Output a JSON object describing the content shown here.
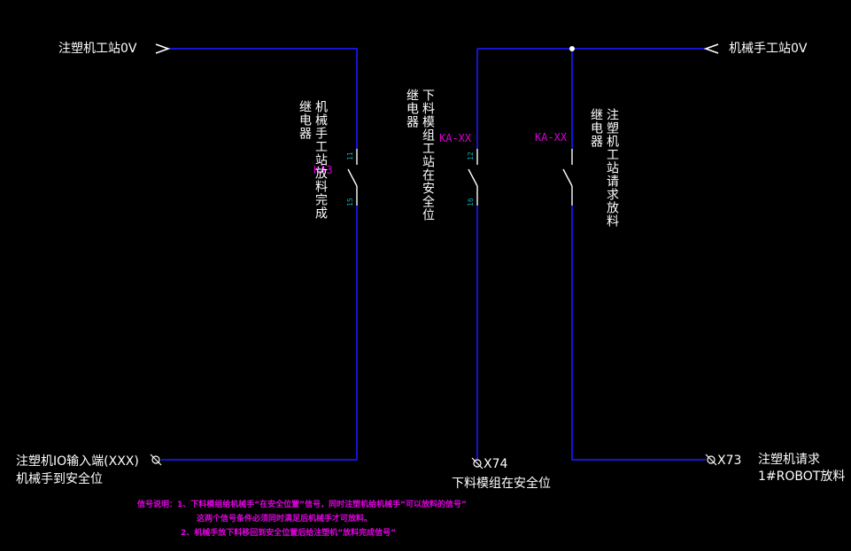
{
  "colors": {
    "background": "#000000",
    "wire": "#1414d2",
    "text": "#ffffff",
    "coil_tag": "#d400d4",
    "pin_number": "#00b4b4",
    "note": "#e000e0"
  },
  "signals": {
    "left_0v": "注塑机工站0V",
    "right_0v": "机械手工站0V",
    "io_input_line1": "注塑机IO输入端(XXX)",
    "io_input_line2": "机械手到安全位",
    "x74_terminal": "X74",
    "x74_desc": "下料模组在安全位",
    "x73_terminal": "X73",
    "x73_desc_line1": "注塑机请求",
    "x73_desc_line2": "1#ROBOT放料"
  },
  "relays": [
    {
      "tag": "KA3",
      "pin_top": "11",
      "pin_bottom": "15",
      "desc_line1": "机械手工站放料完成",
      "desc_line2": "继电器"
    },
    {
      "tag": "KA-XX",
      "pin_top": "12",
      "pin_bottom": "16",
      "desc_line1": "下料模组工站在安全位",
      "desc_line2": "继电器"
    },
    {
      "tag": "KA-XX",
      "pin_top": "",
      "pin_bottom": "",
      "desc_line1": "注塑机工站请求放料",
      "desc_line2": "继电器"
    }
  ],
  "notes": {
    "line1": "信号说明：1、下料模组给机械手“在安全位置”信号，同时注塑机给机械手“可以放料的信号”",
    "line2": "这两个信号条件必须同时满足后机械手才可放料。",
    "line3": "2、机械手放下料移回到安全位置后给注塑机“放料完成信号”"
  }
}
